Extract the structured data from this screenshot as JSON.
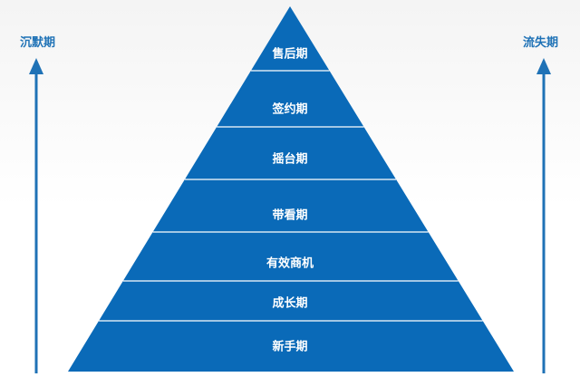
{
  "diagram": {
    "left_axis_label": "沉默期",
    "right_axis_label": "流失期",
    "levels": [
      {
        "label": "售后期"
      },
      {
        "label": "签约期"
      },
      {
        "label": "摇台期"
      },
      {
        "label": "带看期"
      },
      {
        "label": "有效商机"
      },
      {
        "label": "成长期"
      },
      {
        "label": "新手期"
      }
    ]
  },
  "colors": {
    "pyramid_fill": "#0a6ab8",
    "divider": "#ffffff",
    "arrow": "#1f72b6",
    "label_text": "#1f72b6"
  }
}
